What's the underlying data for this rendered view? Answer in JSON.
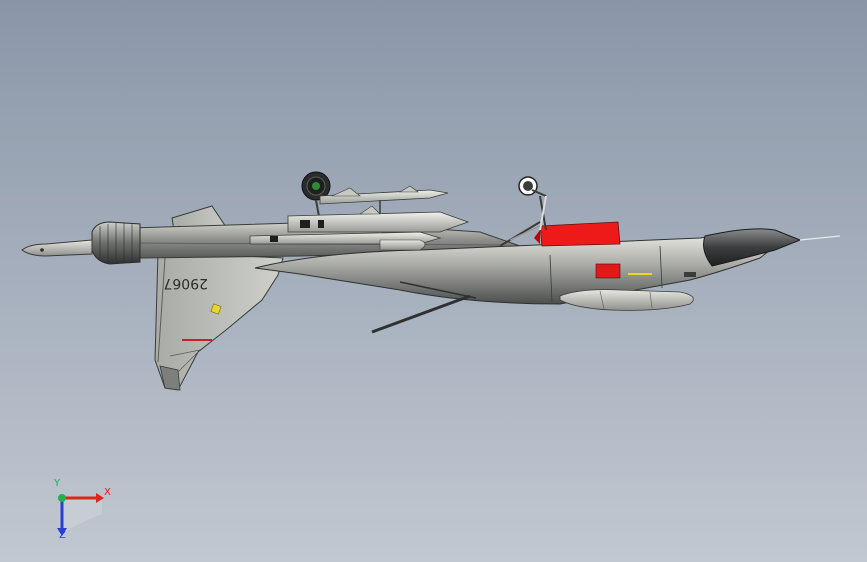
{
  "viewport": {
    "background_top": "#8a96a8",
    "background_bottom": "#c2c8d1"
  },
  "model": {
    "tail_number": "29067"
  },
  "triad": {
    "x_label": "X",
    "y_label": "Y",
    "z_label": "Z",
    "x_color": "#e0241c",
    "y_color": "#22b14c",
    "z_color": "#2a3fd6"
  }
}
